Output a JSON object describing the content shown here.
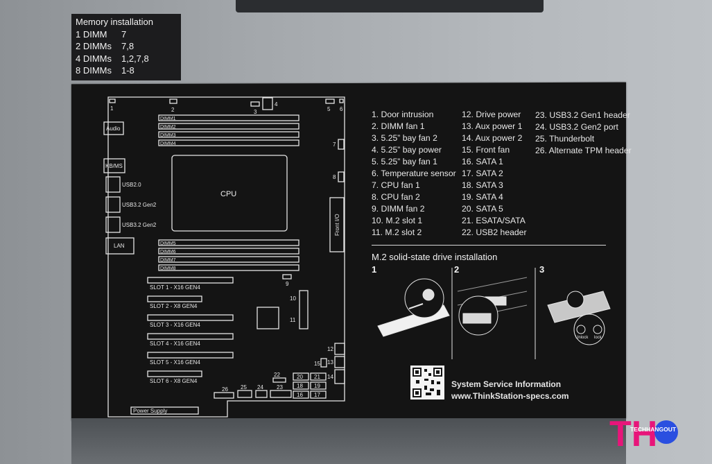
{
  "memory": {
    "title": "Memory installation",
    "rows": [
      {
        "k": "1 DIMM",
        "v": "7"
      },
      {
        "k": "2 DIMMs",
        "v": "7,8"
      },
      {
        "k": "4 DIMMs",
        "v": "1,2,7,8"
      },
      {
        "k": "8 DIMMs",
        "v": "1-8"
      }
    ]
  },
  "board": {
    "cpu": "CPU",
    "front_io": "Front I/O",
    "power_supply": "Power Supply",
    "ports": {
      "audio": "Audio",
      "kbms": "KB/MS",
      "usb2": "USB2.0",
      "usb32a": "USB3.2 Gen2",
      "usb32b": "USB3.2 Gen2",
      "lan": "LAN"
    },
    "dimms": [
      "DIMM1",
      "DIMM2",
      "DIMM3",
      "DIMM4",
      "DIMM5",
      "DIMM6",
      "DIMM7",
      "DIMM8"
    ],
    "slots": [
      "SLOT 1 - X16 GEN4",
      "SLOT 2 - X8 GEN4",
      "SLOT 3 - X16 GEN4",
      "SLOT 4 - X16 GEN4",
      "SLOT 5 - X16 GEN4",
      "SLOT 6 - X8 GEN4"
    ],
    "markers": [
      "1",
      "2",
      "3",
      "4",
      "5",
      "6",
      "7",
      "8",
      "9",
      "10",
      "11",
      "12",
      "13",
      "14",
      "15",
      "16",
      "17",
      "18",
      "19",
      "20",
      "21",
      "22",
      "23",
      "24",
      "25",
      "26"
    ]
  },
  "legend": {
    "col1": [
      "1. Door intrusion",
      "2. DIMM fan 1",
      "3. 5.25” bay fan 2",
      "4. 5.25” bay power",
      "5. 5.25” bay fan 1",
      "6. Temperature sensor",
      "7. CPU fan 1",
      "8. CPU fan 2",
      "9. DIMM fan 2",
      "10. M.2 slot 1",
      "11. M.2 slot 2"
    ],
    "col2": [
      "12. Drive power",
      "13. Aux power 1",
      "14. Aux power 2",
      "15. Front fan",
      "16. SATA 1",
      "17. SATA 2",
      "18. SATA 3",
      "19. SATA 4",
      "20. SATA 5",
      "21. ESATA/SATA",
      "22. USB2 header"
    ],
    "col3": [
      "23. USB3.2 Gen1 header",
      "24. USB3.2 Gen2 port",
      "25. Thunderbolt",
      "26. Alternate TPM header"
    ]
  },
  "m2": {
    "title": "M.2 solid-state drive installation",
    "steps": [
      "1",
      "2",
      "3"
    ],
    "unlock": "Unlock",
    "lock": "lock"
  },
  "service": {
    "line1": "System Service Information",
    "line2": "www.ThinkStation-specs.com"
  },
  "watermark": {
    "mark": "TH",
    "name": "TECHHANGOUT"
  }
}
